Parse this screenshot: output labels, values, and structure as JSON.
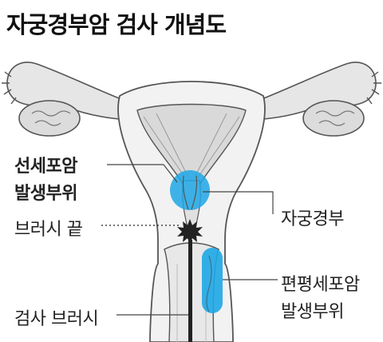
{
  "title": "자궁경부암 검사 개념도",
  "labels": {
    "glandular_line1": "선세포암",
    "glandular_line2": "발생부위",
    "brush_tip": "브러시 끝",
    "cervix": "자궁경부",
    "squamous_line1": "편평세포암",
    "squamous_line2": "발생부위",
    "test_brush": "검사 브러시"
  },
  "colors": {
    "highlight": "#1ea7e6",
    "outline": "#555555",
    "tissue": "#d9d9d9",
    "brush": "#222222",
    "text": "#222222"
  }
}
